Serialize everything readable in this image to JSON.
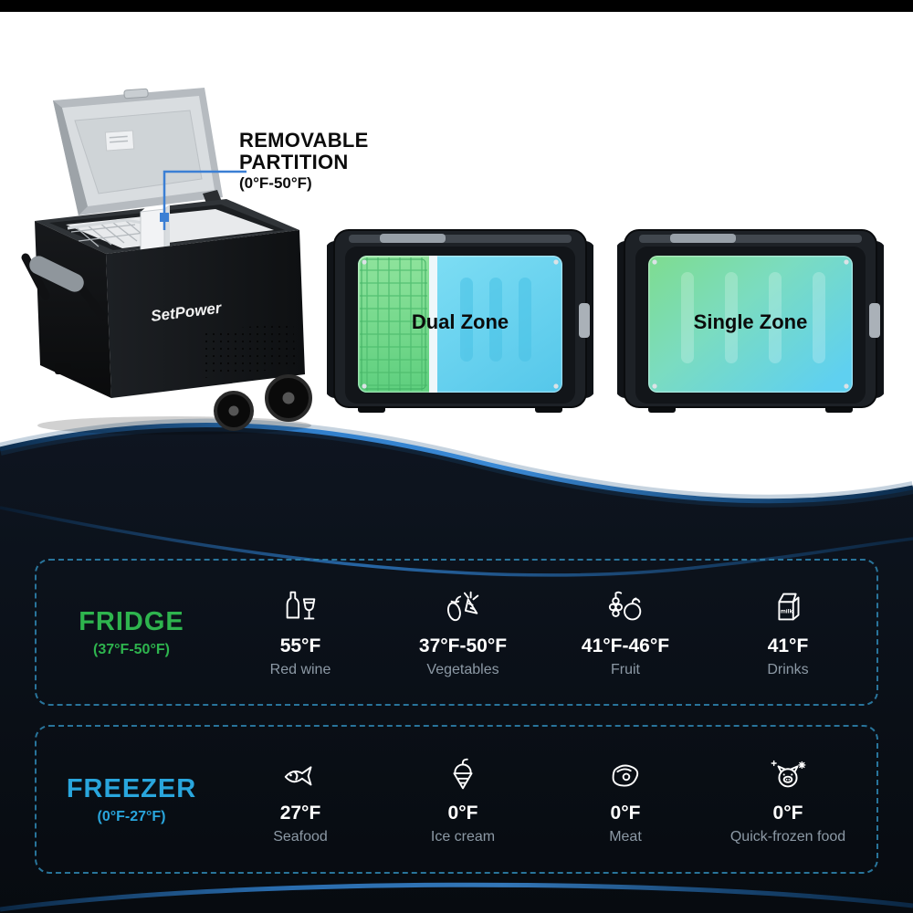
{
  "product": {
    "logo": "SetPower",
    "callout": {
      "line1": "REMOVABLE",
      "line2": "PARTITION",
      "line3": "(0°F-50°F)"
    },
    "zones": {
      "dual": "Dual Zone",
      "single": "Single Zone"
    }
  },
  "colors": {
    "fridge_green": "#2eb44e",
    "freezer_blue": "#29a6dd",
    "accent_blue": "#2f7dc9",
    "dark_background": "#0a0f16",
    "zone_green": "#7edc8f",
    "zone_cyan": "#5fd0f0"
  },
  "fridge": {
    "title": "FRIDGE",
    "range": "(37°F-50°F)",
    "items": [
      {
        "icon": "wine-icon",
        "temp": "55°F",
        "name": "Red wine"
      },
      {
        "icon": "vegetables-icon",
        "temp": "37°F-50°F",
        "name": "Vegetables"
      },
      {
        "icon": "fruit-icon",
        "temp": "41°F-46°F",
        "name": "Fruit"
      },
      {
        "icon": "milk-carton-icon",
        "temp": "41°F",
        "name": "Drinks",
        "label": "milk"
      }
    ]
  },
  "freezer": {
    "title": "FREEZER",
    "range": "(0°F-27°F)",
    "items": [
      {
        "icon": "fish-icon",
        "temp": "27°F",
        "name": "Seafood"
      },
      {
        "icon": "ice-cream-icon",
        "temp": "0°F",
        "name": "Ice cream"
      },
      {
        "icon": "meat-icon",
        "temp": "0°F",
        "name": "Meat"
      },
      {
        "icon": "pig-icon",
        "temp": "0°F",
        "name": "Quick-frozen food"
      }
    ]
  }
}
